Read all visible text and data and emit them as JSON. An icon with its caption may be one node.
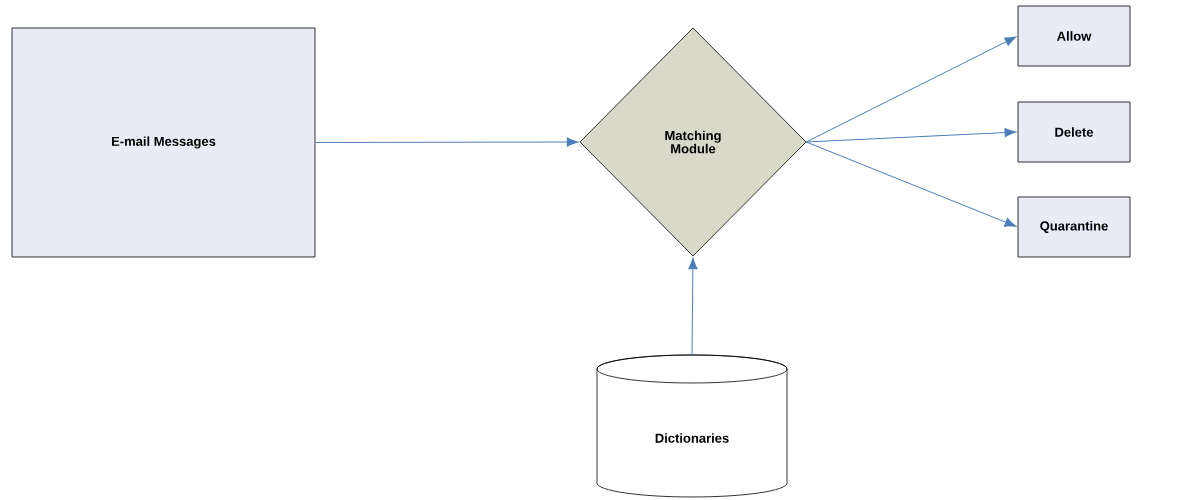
{
  "diagram": {
    "nodes": [
      {
        "text": [
          "E-mail Messages"
        ]
      },
      {
        "text": [
          "Matching Module"
        ]
      },
      {
        "text": [
          "Allow"
        ]
      },
      {
        "text": [
          "Delete"
        ]
      },
      {
        "text": [
          "Quarantine"
        ]
      },
      {
        "text": [
          "Dictionaries"
        ]
      }
    ],
    "edges": [
      {
        "from": 0,
        "to": 1,
        "arrow": "to"
      },
      {
        "from": 1,
        "to": 2,
        "arrow": "to"
      },
      {
        "from": 1,
        "to": 3,
        "arrow": "to"
      },
      {
        "from": 1,
        "to": 4,
        "arrow": "to"
      },
      {
        "from": 5,
        "to": 1,
        "arrow": "to"
      }
    ]
  }
}
